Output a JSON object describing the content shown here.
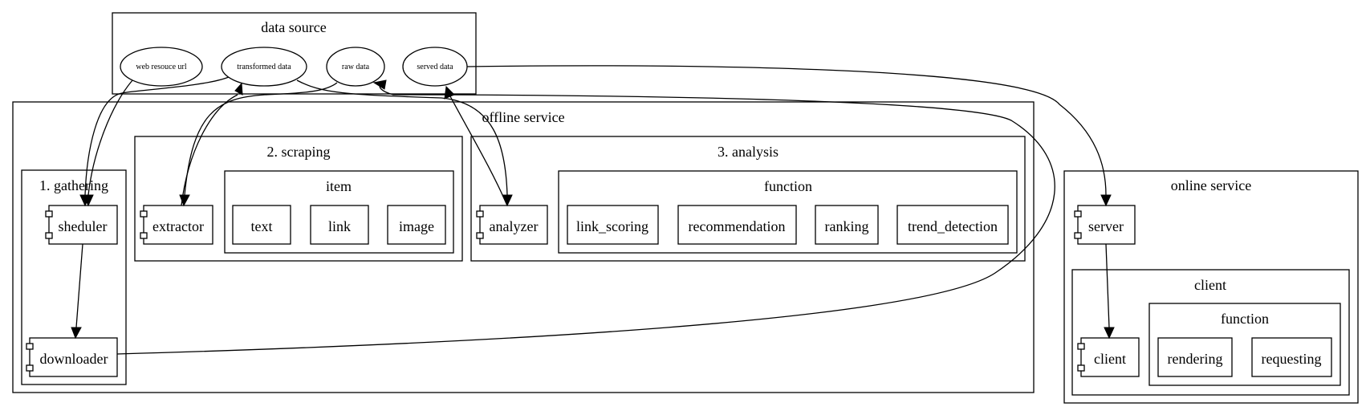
{
  "clusters": {
    "data_source": "data source",
    "offline_service": "offline service",
    "gathering": "1. gathering",
    "scraping": "2. scraping",
    "item": "item",
    "analysis": "3. analysis",
    "analysis_function": "function",
    "online_service": "online service",
    "client_group": "client",
    "client_function": "function"
  },
  "data_nodes": {
    "web_resource_url": "web resouce url",
    "transformed_data": "transformed data",
    "raw_data": "raw data",
    "served_data": "served data"
  },
  "components": {
    "sheduler": "sheduler",
    "downloader": "downloader",
    "extractor": "extractor",
    "analyzer": "analyzer",
    "server": "server",
    "client": "client"
  },
  "items": {
    "text": "text",
    "link": "link",
    "image": "image"
  },
  "analysis_functions": {
    "link_scoring": "link_scoring",
    "recommendation": "recommendation",
    "ranking": "ranking",
    "trend_detection": "trend_detection"
  },
  "client_functions": {
    "rendering": "rendering",
    "requesting": "requesting"
  },
  "edges": [
    {
      "from": "web resouce url",
      "to": "sheduler"
    },
    {
      "from": "transformed data",
      "to": "sheduler"
    },
    {
      "from": "sheduler",
      "to": "downloader"
    },
    {
      "from": "downloader",
      "to": "raw data"
    },
    {
      "from": "raw data",
      "to": "extractor"
    },
    {
      "from": "extractor",
      "to": "transformed data"
    },
    {
      "from": "transformed data",
      "to": "analyzer"
    },
    {
      "from": "analyzer",
      "to": "served data"
    },
    {
      "from": "served data",
      "to": "server"
    },
    {
      "from": "server",
      "to": "client"
    }
  ]
}
